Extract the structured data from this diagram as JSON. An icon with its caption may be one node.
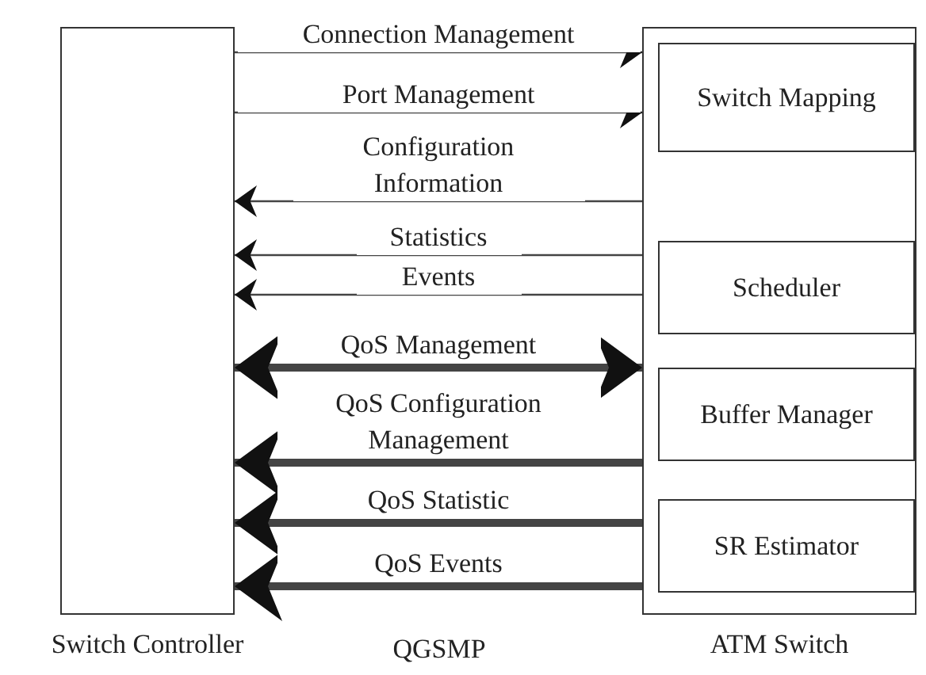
{
  "diagram": {
    "nodes": [
      {
        "text": [
          "Switch Controller"
        ]
      },
      {
        "text": [
          "ATM Switch"
        ]
      },
      {
        "text": [
          "Switch Mapping"
        ],
        "in": 1
      },
      {
        "text": [
          "Scheduler"
        ],
        "in": 1
      },
      {
        "text": [
          "Buffer Manager"
        ],
        "in": 1
      },
      {
        "text": [
          "SR Estimator"
        ],
        "in": 1
      }
    ],
    "edges": [
      {
        "from": 0,
        "to": 1,
        "arrow": "to",
        "label": "Connection Management"
      },
      {
        "from": 0,
        "to": 1,
        "arrow": "to",
        "label": "Port Management"
      },
      {
        "from": 1,
        "to": 0,
        "arrow": "to",
        "label": "Configuration Information"
      },
      {
        "from": 1,
        "to": 0,
        "arrow": "to",
        "label": "Statistics"
      },
      {
        "from": 1,
        "to": 0,
        "arrow": "to",
        "label": "Events"
      },
      {
        "from": 0,
        "to": 1,
        "arrow": "both",
        "label": "QoS Management",
        "style": "thick"
      },
      {
        "from": 1,
        "to": 0,
        "arrow": "to",
        "label": "QoS Configuration Management",
        "style": "thick"
      },
      {
        "from": 1,
        "to": 0,
        "arrow": "to",
        "label": "QoS Statistic",
        "style": "thick"
      },
      {
        "from": 1,
        "to": 0,
        "arrow": "to",
        "label": "QoS Events",
        "style": "thick"
      }
    ],
    "labels": [
      "QGSMP"
    ]
  }
}
